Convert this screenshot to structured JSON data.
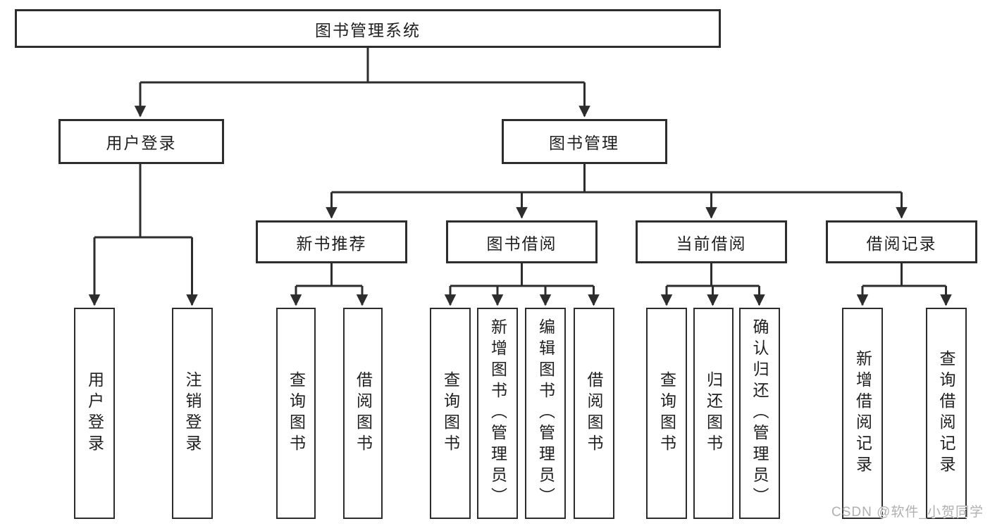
{
  "diagram": {
    "title": "图书管理系统",
    "login": {
      "label": "用户登录",
      "children": [
        {
          "label": "用户登录"
        },
        {
          "label": "注销登录"
        }
      ]
    },
    "management": {
      "label": "图书管理",
      "sections": [
        {
          "label": "新书推荐",
          "children": [
            {
              "label": "查询图书"
            },
            {
              "label": "借阅图书"
            }
          ]
        },
        {
          "label": "图书借阅",
          "children": [
            {
              "label": "查询图书"
            },
            {
              "label": "新增图书（管理员）"
            },
            {
              "label": "编辑图书（管理员）"
            },
            {
              "label": "借阅图书"
            }
          ]
        },
        {
          "label": "当前借阅",
          "children": [
            {
              "label": "查询图书"
            },
            {
              "label": "归还图书"
            },
            {
              "label": "确认归还（管理员）"
            }
          ]
        },
        {
          "label": "借阅记录",
          "children": [
            {
              "label": "新增借阅记录"
            },
            {
              "label": "查询借阅记录"
            }
          ]
        }
      ]
    }
  },
  "watermark": "CSDN @软件_小贺同学",
  "colors": {
    "line": "#2d2d2d",
    "box_border": "#2d2d2d",
    "text": "#1f1f1f",
    "watermark": "#b0b0b0",
    "background": "#ffffff"
  }
}
